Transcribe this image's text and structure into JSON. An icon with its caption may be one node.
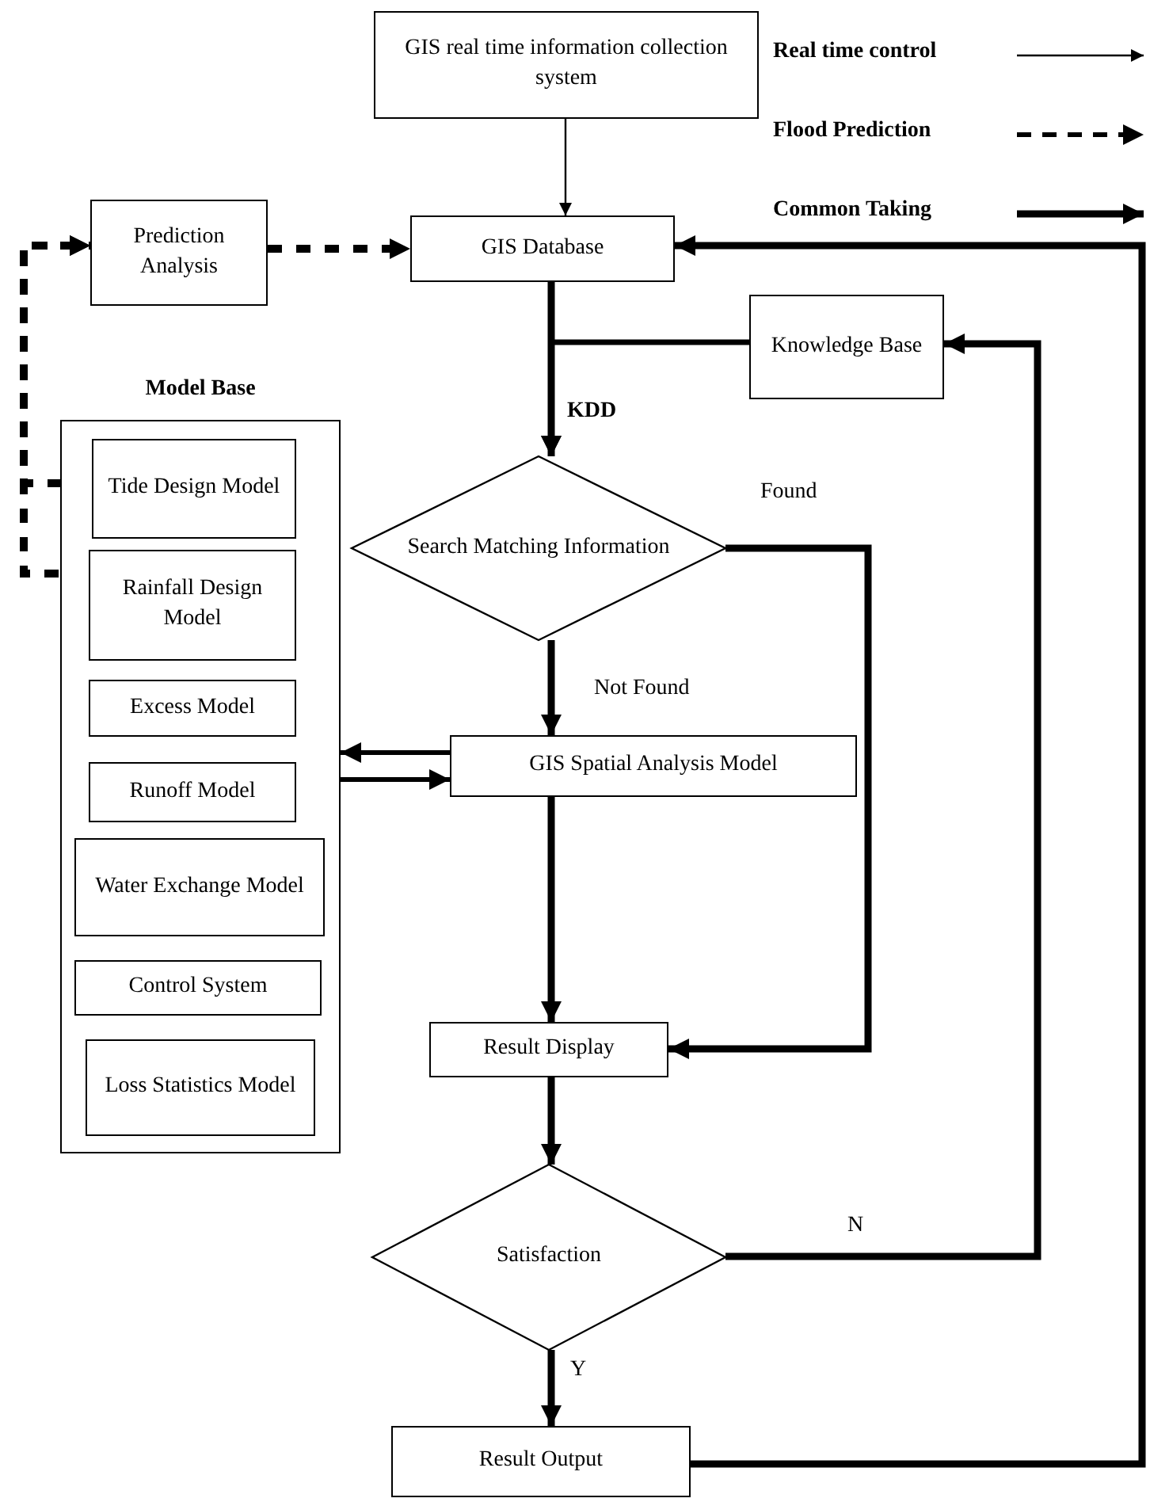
{
  "diagram": {
    "nodes": [
      {
        "text": [
          "GIS real time information collection system"
        ]
      },
      {
        "text": [
          "Prediction Analysis"
        ]
      },
      {
        "text": [
          "GIS Database"
        ]
      },
      {
        "text": [
          "Knowledge Base"
        ]
      },
      {
        "text": [
          "Model Base"
        ]
      },
      {
        "text": [
          "Tide Design Model"
        ],
        "in": 4
      },
      {
        "text": [
          "Rainfall Design Model"
        ],
        "in": 4
      },
      {
        "text": [
          "Excess Model"
        ],
        "in": 4
      },
      {
        "text": [
          "Runoff Model"
        ],
        "in": 4
      },
      {
        "text": [
          "Water Exchange Model"
        ],
        "in": 4
      },
      {
        "text": [
          "Control System"
        ],
        "in": 4
      },
      {
        "text": [
          "Loss Statistics Model"
        ],
        "in": 4
      },
      {
        "text": [
          "Search Matching Information"
        ]
      },
      {
        "text": [
          "GIS Spatial Analysis Model"
        ]
      },
      {
        "text": [
          "Result Display"
        ]
      },
      {
        "text": [
          "Satisfaction"
        ]
      },
      {
        "text": [
          "Result Output"
        ]
      }
    ],
    "edges": [
      {
        "from": 0,
        "to": 2,
        "arrow": "to"
      },
      {
        "from": 1,
        "to": 2,
        "arrow": "to",
        "style": "dashed"
      },
      {
        "from": 2,
        "to": 12,
        "arrow": "to",
        "label": "KDD"
      },
      {
        "from": 3,
        "to": 12,
        "arrow": "to"
      },
      {
        "from": 12,
        "to": 13,
        "arrow": "to",
        "label": "Not Found"
      },
      {
        "from": 12,
        "to": 14,
        "arrow": "to",
        "label": "Found"
      },
      {
        "from": 13,
        "to": 14,
        "arrow": "to"
      },
      {
        "from": 13,
        "to": 4,
        "arrow": "to"
      },
      {
        "from": 4,
        "to": 13,
        "arrow": "to"
      },
      {
        "from": 14,
        "to": 15,
        "arrow": "to"
      },
      {
        "from": 15,
        "to": 16,
        "arrow": "to",
        "label": "Y"
      },
      {
        "from": 15,
        "to": 3,
        "arrow": "to",
        "label": "N"
      },
      {
        "from": 16,
        "to": 2,
        "arrow": "to"
      },
      {
        "from": 5,
        "to": 1,
        "arrow": "to",
        "style": "dashed"
      },
      {
        "from": 6,
        "to": 1,
        "arrow": "to",
        "style": "dashed"
      }
    ],
    "legend": [
      {
        "text": "Real time control"
      },
      {
        "text": "Flood Prediction"
      },
      {
        "text": "Common Taking"
      }
    ]
  }
}
